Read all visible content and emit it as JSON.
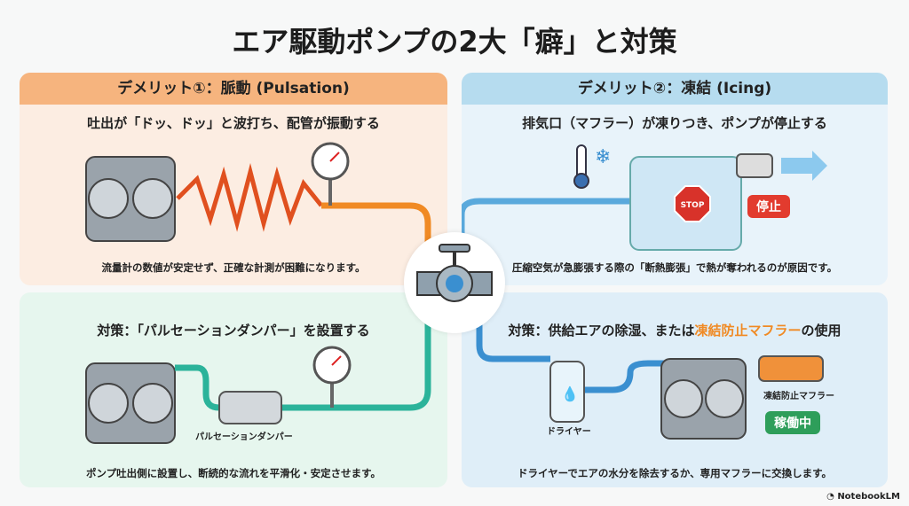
{
  "title": "エア駆動ポンプの2大「癖」と対策",
  "panels": {
    "pulsation": {
      "header": "デメリット①：脈動 (Pulsation)",
      "subtitle": "吐出が「ドッ、ドッ」と波打ち、配管が振動する",
      "caption": "流量計の数値が安定せず、正確な計測が困難になります。"
    },
    "icing": {
      "header": "デメリット②：凍結 (Icing)",
      "subtitle": "排気口（マフラー）が凍りつき、ポンプが停止する",
      "caption": "圧縮空気が急膨張する際の「断熱膨張」で熱が奪われるのが原因です。",
      "stop_sign": "STOP",
      "stop_badge": "停止"
    },
    "damper": {
      "heading": "対策：「パルセーションダンパー」を設置する",
      "label": "パルセーションダンパー",
      "caption": "ポンプ吐出側に設置し、断続的な流れを平滑化・安定させます。"
    },
    "dryer": {
      "heading_prefix": "対策：供給エアの除湿、または",
      "heading_highlight": "凍結防止マフラー",
      "heading_suffix": "の使用",
      "dryer_label": "ドライヤー",
      "muffler_label": "凍結防止マフラー",
      "running_badge": "稼働中",
      "caption": "ドライヤーでエアの水分を除去するか、専用マフラーに交換します。"
    }
  },
  "branding": "NotebookLM",
  "colors": {
    "orange": "#f4b07a",
    "blue": "#b6dcef",
    "green": "#2e9e5a",
    "red": "#e23b2e",
    "highlight": "#f08a24"
  }
}
